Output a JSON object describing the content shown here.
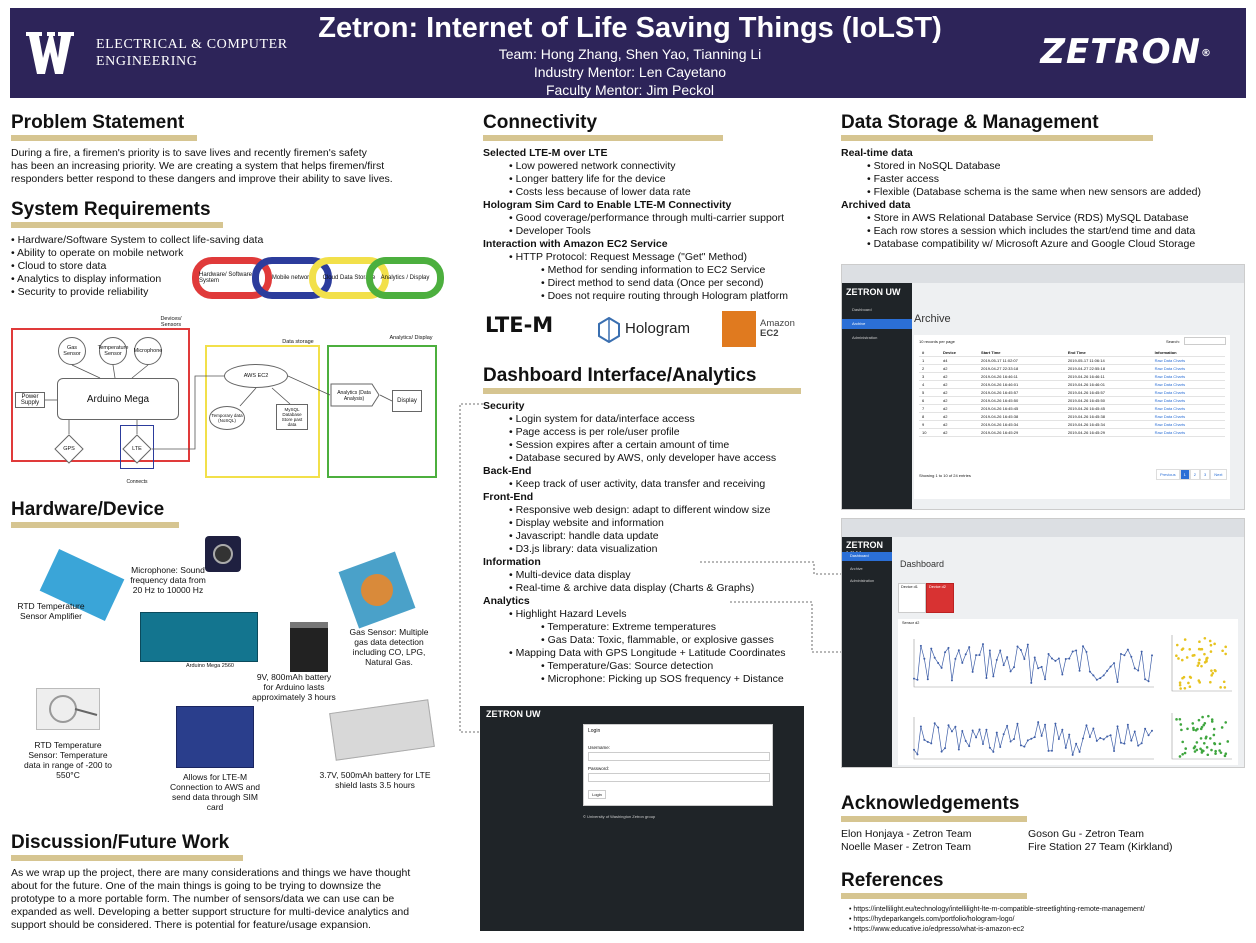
{
  "header": {
    "uw_line1": "ELECTRICAL & COMPUTER",
    "uw_line2": "ENGINEERING",
    "title": "Zetron: Internet of Life Saving Things (IoLST)",
    "team": "Team: Hong Zhang, Shen Yao, Tianning Li",
    "industry": "Industry Mentor: Len Cayetano",
    "faculty": "Faculty Mentor: Jim Peckol",
    "zetron": "ZETRON",
    "reg": "®"
  },
  "problem": {
    "title": "Problem Statement",
    "lines": [
      "During a fire, a firemen's priority is to save lives and recently firemen's safety",
      "has been an increasing priority. We are creating a system that helps firemen/first",
      "responders better respond to these dangers and improve their ability to save lives."
    ]
  },
  "requirements": {
    "title": "System Requirements",
    "items": [
      "• Hardware/Software System to collect life-saving data",
      "• Ability to operate on mobile network",
      "• Cloud to store data",
      "• Analytics to display information",
      "• Security to provide reliability"
    ],
    "rings": [
      "Hardware/ Software System",
      "Mobile network",
      "Cloud Data Storage",
      "Analytics / Display"
    ]
  },
  "diagram": {
    "devices_label": "Devices/ Sensors",
    "storage_label": "Data storage",
    "analytics_label": "Analytics/ Display",
    "gas": "Gas Sensor",
    "temp": "Temperature Sensor",
    "mic": "Microphone",
    "arduino": "Arduino Mega",
    "power": "Power Supply",
    "gps": "GPS",
    "lte": "LTE",
    "aws": "AWS EC2",
    "temp_data": "Temporary data (NoSQL)",
    "mysql": "MySQL Database Store past data",
    "analysis": "Analytics (Data Analysis)",
    "display": "Display",
    "connects": "Connects"
  },
  "hardware": {
    "title": "Hardware/Device",
    "mic_cap": "Microphone: Sound frequency data from 20 Hz to 10000 Hz",
    "rtd_amp": "RTD Temperature Sensor Amplifier",
    "gas_cap": "Gas Sensor: Multiple gas data detection including CO, LPG, Natural Gas.",
    "arduino_cap": "Arduino Mega 2560",
    "battery9": "9V, 800mAh battery for Arduino lasts approximately 3 hours",
    "rtd_cap": "RTD Temperature Sensor: Temperature data in range of -200 to 550°C",
    "lte_cap": "Allows for LTE-M Connection to AWS and send data through SIM card",
    "battery37": "3.7V, 500mAh battery for LTE shield lasts 3.5 hours"
  },
  "discussion": {
    "title": "Discussion/Future Work",
    "lines": [
      "As we wrap up the project, there are many considerations and things we have thought",
      "about for the future. One of the main things is going to be trying to downsize the",
      "prototype to a more portable form. The number of sensors/data we can use can be",
      "expanded as well. Developing a better support structure for multi-device analytics and",
      "support should be considered. There is potential for feature/usage expansion."
    ]
  },
  "connectivity": {
    "title": "Connectivity",
    "h1": "Selected LTE-M over LTE",
    "l1": [
      "• Low powered network connectivity",
      "• Longer battery life for the device",
      "• Costs less because of lower data rate"
    ],
    "h2": "Hologram Sim Card to Enable LTE-M Connectivity",
    "l2": [
      "• Good coverage/performance through multi-carrier support",
      "• Developer Tools"
    ],
    "h3": "Interaction with Amazon EC2 Service",
    "l3": "• HTTP Protocol: Request Message (\"Get\" Method)",
    "l3b": [
      "• Method for sending information to EC2 Service",
      "• Direct method to send data (Once per second)",
      "• Does not require routing through Hologram platform"
    ],
    "logo_lte": "LTE-M",
    "logo_hologram": "Hologram",
    "logo_amazon": "Amazon",
    "logo_ec2": "EC2"
  },
  "dashboard": {
    "title": "Dashboard Interface/Analytics",
    "security": "Security",
    "security_items": [
      "• Login system for data/interface access",
      "• Page access  is per role/user profile",
      "• Session expires after a certain amount of time",
      "• Database secured by AWS, only developer have access"
    ],
    "backend": "Back-End",
    "backend_items": [
      "• Keep track of user activity, data transfer and receiving"
    ],
    "frontend": "Front-End",
    "frontend_items": [
      "• Responsive web design: adapt to different window size",
      "• Display website and information",
      "• Javascript: handle data update",
      "• D3.js library: data visualization"
    ],
    "information": "Information",
    "information_items": [
      "• Multi-device data display",
      "• Real-time & archive data display (Charts & Graphs)"
    ],
    "analytics": "Analytics",
    "a1": "• Highlight Hazard Levels",
    "a1_items": [
      "• Temperature: Extreme temperatures",
      "• Gas Data: Toxic, flammable, or explosive gasses"
    ],
    "a2": "• Mapping Data with GPS Longitude + Latitude Coordinates",
    "a2_items": [
      "• Temperature/Gas: Source detection",
      "• Microphone: Picking up SOS frequency + Distance"
    ]
  },
  "login_screen": {
    "brand": "ZETRON UW",
    "login": "Login",
    "username": "Username:",
    "password": "Password:",
    "button": "Login",
    "footer": "© University of Washington Zetron group"
  },
  "storage": {
    "title": "Data Storage & Management",
    "realtime": "Real-time data",
    "rt_items": [
      "• Stored in NoSQL Database",
      "• Faster access",
      "• Flexible (Database schema is the same when new sensors are added)"
    ],
    "archived": "Archived data",
    "ar_items": [
      "• Store in AWS Relational Database Service (RDS) MySQL  Database",
      "• Each row stores a session which includes the start/end time and data",
      "• Database compatibility w/ Microsoft Azure and Google Cloud Storage"
    ]
  },
  "archive_screen": {
    "brand": "ZETRON UW",
    "nav": [
      "Dashboard",
      "Archive",
      "Administration"
    ],
    "heading": "Archive",
    "records": "10  records per page",
    "search": "Search:",
    "columns": [
      "#",
      "Device",
      "Start Time",
      "End Time",
      "Information"
    ],
    "rows": [
      [
        "1",
        "d4",
        "2019-05-17 11:02:07",
        "2019-05-17 11:06:14",
        "Raw Data Charts"
      ],
      [
        "2",
        "d2",
        "2019-04-27 22:33:18",
        "2019-04-27 22:55:18",
        "Raw Data Charts"
      ],
      [
        "3",
        "d2",
        "2019-04-26 16:46:11",
        "2019-04-26 16:46:11",
        "Raw Data Charts"
      ],
      [
        "4",
        "d2",
        "2019-04-26 16:46:01",
        "2019-04-26 16:46:01",
        "Raw Data Charts"
      ],
      [
        "5",
        "d2",
        "2019-04-26 16:45:57",
        "2019-04-26 16:45:57",
        "Raw Data Charts"
      ],
      [
        "6",
        "d2",
        "2019-04-26 16:45:50",
        "2019-04-26 16:45:50",
        "Raw Data Charts"
      ],
      [
        "7",
        "d2",
        "2019-04-26 16:45:45",
        "2019-04-26 16:45:45",
        "Raw Data Charts"
      ],
      [
        "8",
        "d2",
        "2019-04-26 16:45:38",
        "2019-04-26 16:45:38",
        "Raw Data Charts"
      ],
      [
        "9",
        "d2",
        "2019-04-26 16:45:34",
        "2019-04-26 16:45:34",
        "Raw Data Charts"
      ],
      [
        "10",
        "d2",
        "2019-04-26 16:45:29",
        "2019-04-26 16:45:29",
        "Raw Data Charts"
      ]
    ],
    "showing": "Showing 1 to 10 of 24 entries",
    "pager": [
      "Previous",
      "1",
      "2",
      "3",
      "Next"
    ]
  },
  "dash_screen": {
    "brand": "ZETRON UW",
    "nav": [
      "Dashboard",
      "Archive",
      "Administration"
    ],
    "heading": "Dashboard",
    "device1": "Device d1",
    "device2": "Device d2",
    "sensor_label": "Sensor d2"
  },
  "acknowledgements": {
    "title": "Acknowledgements",
    "names": [
      "Elon Honjaya - Zetron Team",
      "Goson Gu - Zetron Team",
      "Noelle Maser - Zetron Team",
      "Fire Station 27 Team (Kirkland)"
    ]
  },
  "references": {
    "title": "References",
    "items": [
      "• https://intellilight.eu/technology/intellilight-lte-m-compatible-streetlighting-remote-management/",
      "• https://hydeparkangels.com/portfolio/hologram-logo/",
      "• https://www.educative.io/edpresso/what-is-amazon-ec2"
    ]
  },
  "colors": {
    "header_bg": "#2d2459",
    "accent_bar": "#d6c591"
  }
}
